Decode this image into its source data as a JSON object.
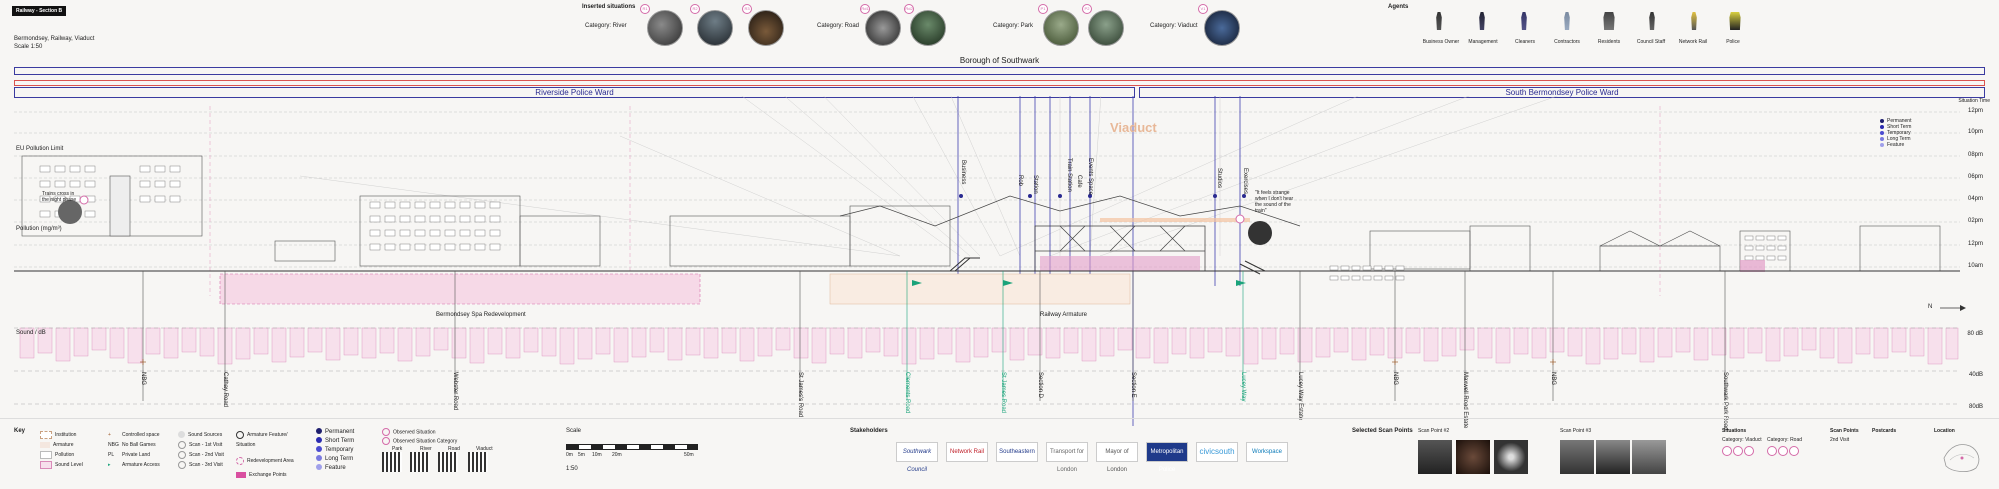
{
  "header": {
    "sheet_title": "Railway - Section B",
    "location": "Bermondsey, Railway, Viaduct",
    "scale": "Scale 1:50"
  },
  "inserted_situations": {
    "title": "Inserted situations",
    "categories": [
      "Category: River",
      "Category: Road",
      "Category: Park",
      "Category: Viaduct"
    ],
    "badges": [
      "R1",
      "R2",
      "R3",
      "Rd1",
      "Rd2",
      "P1",
      "P2",
      "V1"
    ]
  },
  "agents": {
    "title": "Agents",
    "items": [
      "Business Owner",
      "Management",
      "Cleaners",
      "Contractors",
      "Residents",
      "Council Staff",
      "Network Rail",
      "Police"
    ]
  },
  "boundaries": {
    "borough": "Borough of Southwark",
    "ward_left": "Riverside Police Ward",
    "ward_right": "South Bermondsey Police Ward"
  },
  "situation_time": {
    "title": "Situation Time",
    "times": [
      "12pm",
      "10pm",
      "08pm",
      "06pm",
      "04pm",
      "02pm",
      "12pm",
      "10am"
    ],
    "legend": [
      "Permanent",
      "Short Term",
      "Temporary",
      "Long Term",
      "Feature"
    ]
  },
  "section_labels": {
    "eu_pollution": "EU Pollution Limit",
    "pollution": "Pollution (mg/m³)",
    "viaduct": "Viaduct",
    "sound": "Sound / dB",
    "quote_left": "Trains cross in the night phase",
    "quote_right": "\"It feels strange when I don't hear the sound of the train\"",
    "redevelopment": "Bermondsey Spa Redevelopment",
    "railway_armature": "Railway Armature",
    "north_arrow": "N"
  },
  "sound_levels": [
    "80 dB",
    "40dB",
    "80dB"
  ],
  "situations": [
    "Business",
    "Rob",
    "Station",
    "Train Station",
    "Cafe",
    "Events Space",
    "Studios",
    "Exercises"
  ],
  "streets": [
    "NBG",
    "Cathay Road",
    "Webster Road",
    "St James's Road",
    "Clements Road",
    "St James Road",
    "Section D",
    "Section E",
    "Lucey Way",
    "Lucey Way Estate",
    "NBG",
    "Maxwell Road Estate",
    "NBG",
    "Southwark Park Road"
  ],
  "key": {
    "title": "Key",
    "col1": [
      "Institution",
      "Armature",
      "Pollution",
      "Sound Level"
    ],
    "col2": [
      "Controlled space",
      "No Ball Games",
      "Private Land",
      "Armature Access"
    ],
    "col2_abbr": [
      "+",
      "NBG",
      "PL",
      ""
    ],
    "col3": [
      "Sound Sources",
      "Scan - 1st Visit",
      "Scan - 2nd Visit",
      "Scan - 3rd Visit"
    ],
    "col4": [
      "Armature Feature/ Situation",
      "Redevelopment Area",
      "Exchange Points"
    ],
    "col5": [
      "Permanent",
      "Short Term",
      "Temporary",
      "Long Term",
      "Feature"
    ],
    "col6": [
      "Observed Situation",
      "Observed Situation Category"
    ],
    "qr_labels": [
      "Park",
      "River",
      "Road",
      "Viaduct"
    ]
  },
  "scale_bar": {
    "title": "Scale",
    "marks": [
      "0m",
      "5m",
      "10m",
      "20m",
      "50m"
    ],
    "ratio": "1:50"
  },
  "stakeholders": {
    "title": "Stakeholders",
    "logos": [
      "Southwark Council",
      "Network Rail",
      "Southeastern",
      "Transport for London",
      "Mayor of London",
      "Metropolitan Police",
      "civicsouth",
      "Workspace"
    ]
  },
  "scan_points": {
    "title": "Selected Scan Points",
    "point1": "Scan Point #2",
    "point2": "Scan Point #3"
  },
  "right_panel": {
    "situations_title": "Situations",
    "cat_viaduct": "Category: Viaduct",
    "cat_road": "Category: Road",
    "scan_points_title": "Scan Points",
    "visit": "2nd Visit",
    "postcards_title": "Postcards",
    "location_title": "Location"
  },
  "colors": {
    "ward_blue": "#2a2a90",
    "pink": "#d46aa8",
    "teal": "#1aa37a",
    "accent_orange": "#e8a878"
  }
}
